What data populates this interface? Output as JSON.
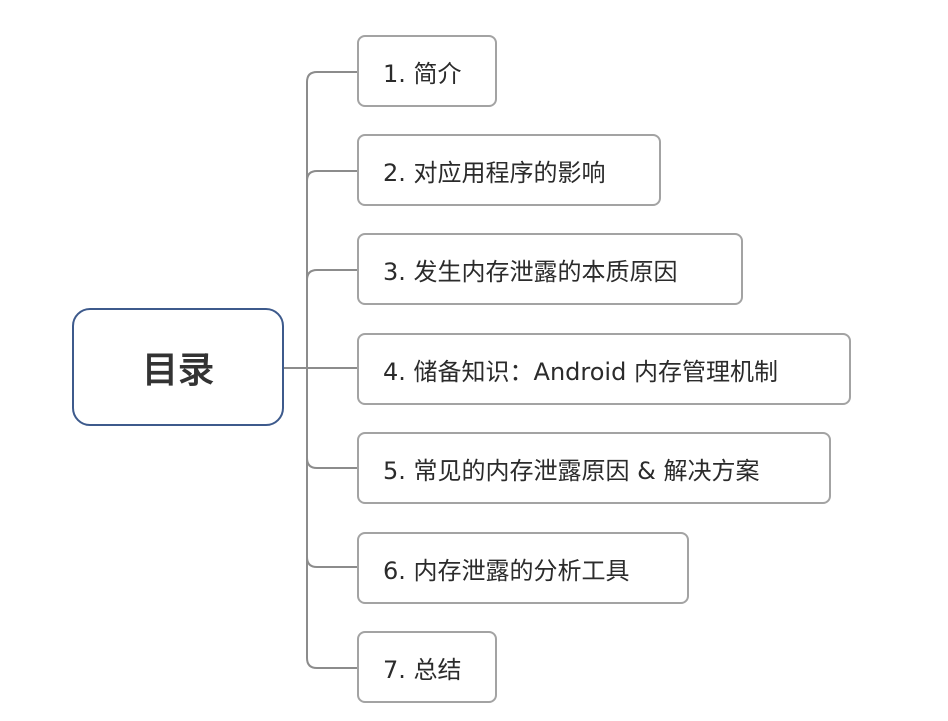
{
  "root": {
    "label": "目录"
  },
  "topics": [
    {
      "label": "1. 简介"
    },
    {
      "label": "2. 对应用程序的影响"
    },
    {
      "label": "3. 发生内存泄露的本质原因"
    },
    {
      "label": "4. 储备知识：Android 内存管理机制"
    },
    {
      "label": "5. 常见的内存泄露原因 & 解决方案"
    },
    {
      "label": "6. 内存泄露的分析工具"
    },
    {
      "label": "7. 总结"
    }
  ],
  "colors": {
    "root_border": "#3d5a8c",
    "topic_border": "#a3a3a3",
    "connector": "#8c8c8c",
    "text": "#2b2b2b"
  }
}
